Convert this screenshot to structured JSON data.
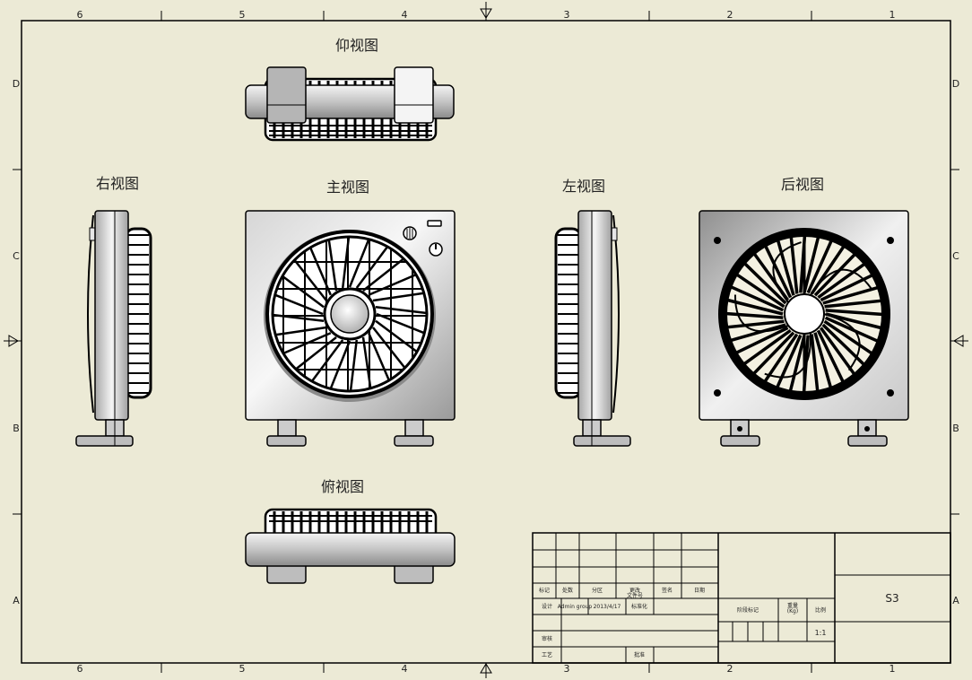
{
  "views": {
    "bottom": "仰视图",
    "right": "右视图",
    "front": "主视图",
    "left": "左视图",
    "rear": "后视图",
    "top": "俯视图"
  },
  "border_columns": [
    "6",
    "5",
    "4",
    "3",
    "2",
    "1"
  ],
  "border_rows": [
    "D",
    "C",
    "B",
    "A"
  ],
  "title_block": {
    "mark": "标记",
    "count": "处数",
    "zone": "分区",
    "change_doc": "更改\n文件号",
    "signature": "签名",
    "date": "日期",
    "design": "设计",
    "designer": "Admin group",
    "design_date": "2013/4/17",
    "standardize": "标准化",
    "stage_mark": "阶段标记",
    "weight": "重量\n(Kg)",
    "scale_label": "比例",
    "scale_value": "1:1",
    "review": "审核",
    "process": "工艺",
    "approve": "批准",
    "sheet": "S3"
  },
  "colors": {
    "paper": "#ecead6",
    "line": "#000000"
  }
}
